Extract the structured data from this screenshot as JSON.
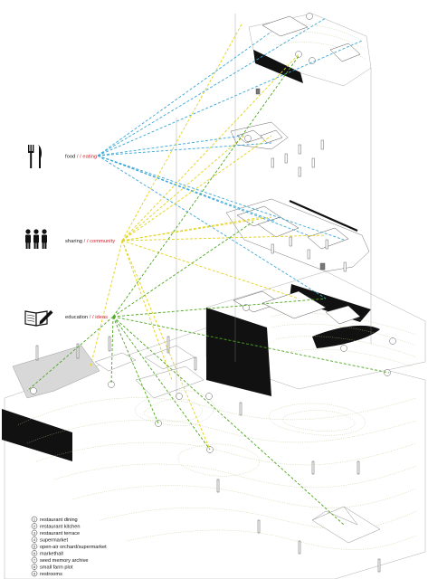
{
  "themes": [
    {
      "id": "food",
      "label": "food",
      "separator": " / / ",
      "keyword": "eating",
      "icon": "fork-knife-icon"
    },
    {
      "id": "sharing",
      "label": "sharing",
      "separator": " / / ",
      "keyword": "community",
      "icon": "people-icon"
    },
    {
      "id": "education",
      "label": "education",
      "separator": " / / ",
      "keyword": "ideas",
      "icon": "book-pencil-icon"
    }
  ],
  "legend": [
    {
      "num": "1",
      "label": "restaurant dining"
    },
    {
      "num": "2",
      "label": "restaurant kitchen"
    },
    {
      "num": "3",
      "label": "restaurant terrace"
    },
    {
      "num": "4",
      "label": "supermarket"
    },
    {
      "num": "5",
      "label": "open-air orchard/supermarket"
    },
    {
      "num": "6",
      "label": "markethall"
    },
    {
      "num": "7",
      "label": "seed memory archive"
    },
    {
      "num": "8",
      "label": "small farm plot"
    },
    {
      "num": "9",
      "label": "restrooms"
    }
  ],
  "colors": {
    "food_lines": "#3aa6d8",
    "sharing_lines": "#e3d21b",
    "education_lines": "#4aa61e",
    "keyword": "#d6202a",
    "ink": "#111111",
    "contour": "#b8c48a"
  }
}
